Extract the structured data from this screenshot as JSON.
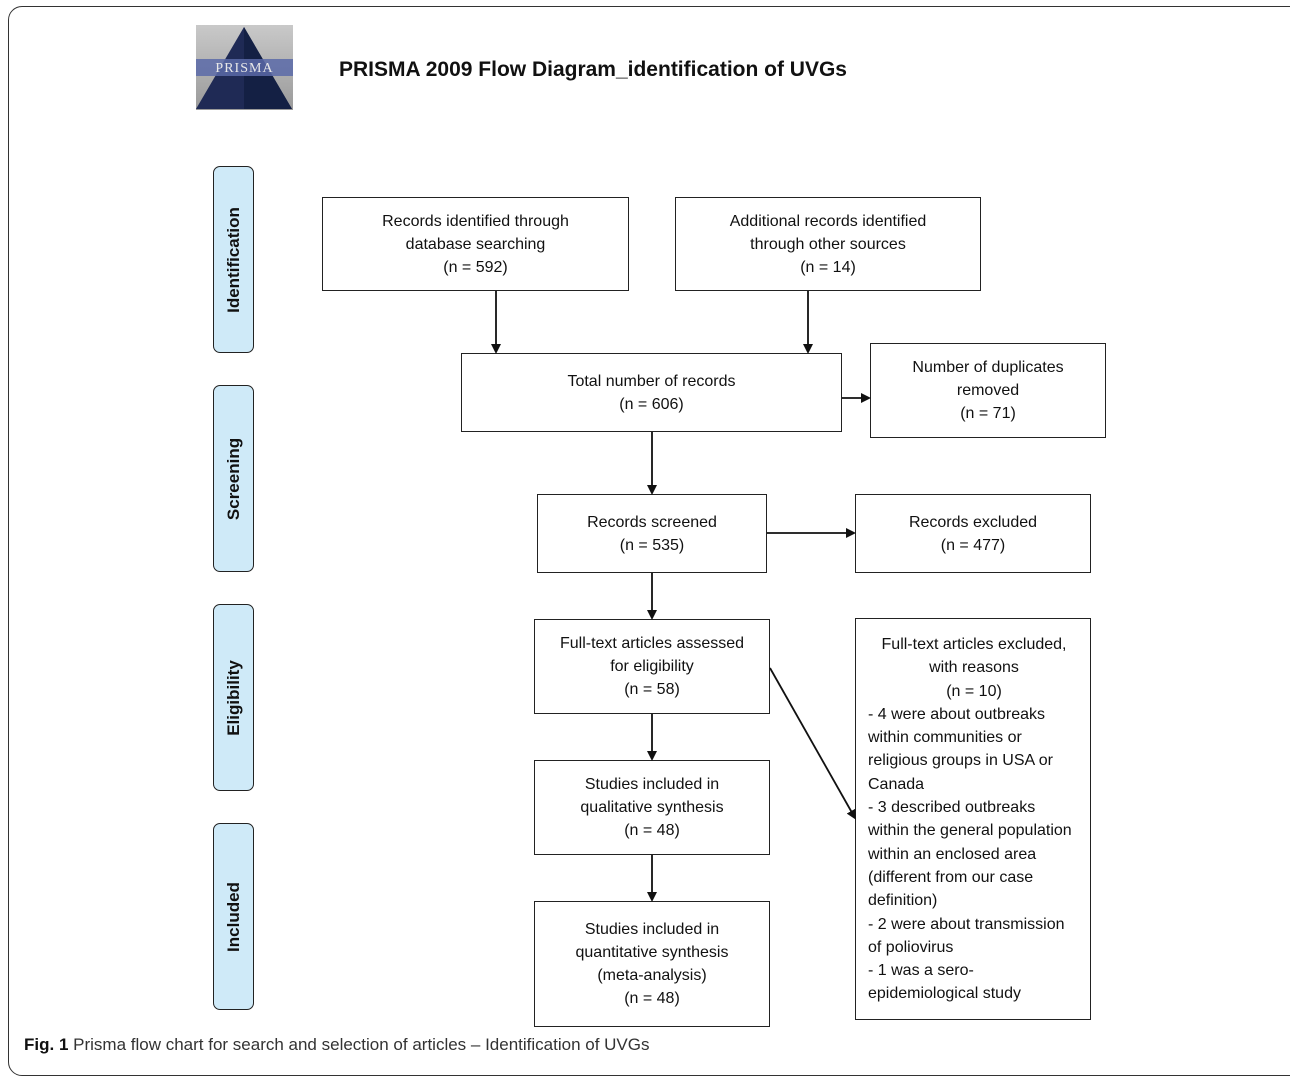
{
  "logo": {
    "text": "PRISMA"
  },
  "title": "PRISMA 2009 Flow Diagram_identification of UVGs",
  "phases": {
    "identification": "Identification",
    "screening": "Screening",
    "eligibility": "Eligibility",
    "included": "Included"
  },
  "boxes": {
    "database": "Records identified through\ndatabase searching\n(n = 592)",
    "additional": "Additional records identified\nthrough other sources\n(n = 14)",
    "total": "Total number of records\n(n = 606)",
    "duplicates": "Number of duplicates\nremoved\n(n = 71)",
    "screened": "Records screened\n(n = 535)",
    "excluded": "Records excluded\n(n = 477)",
    "fulltext": "Full-text articles assessed\nfor eligibility\n(n = 58)",
    "qualitative": "Studies included in\nqualitative synthesis\n(n = 48)",
    "quantitative": "Studies included in\nquantitative synthesis\n(meta-analysis)\n(n = 48)"
  },
  "fulltext_excluded": {
    "heading": "Full-text articles excluded,\nwith reasons\n(n = 10)",
    "reasons": [
      "- 4 were about outbreaks within communities or religious groups in USA or Canada",
      "- 3 described outbreaks within the general population within an enclosed area (different from our case definition)",
      "- 2 were about transmission of poliovirus",
      "- 1 was a sero-epidemiological study"
    ]
  },
  "caption": {
    "label": "Fig. 1",
    "text": " Prisma flow chart for search and selection of articles – Identification of UVGs"
  }
}
